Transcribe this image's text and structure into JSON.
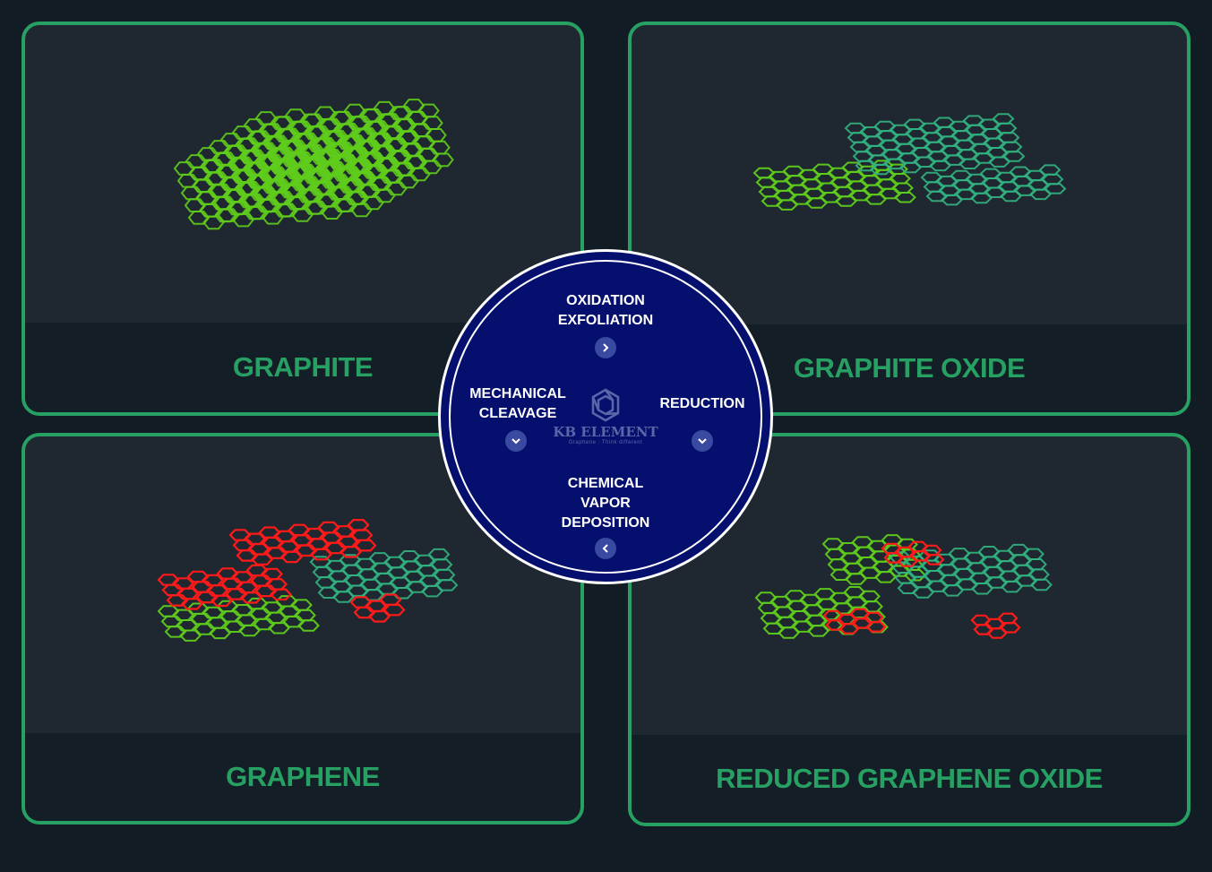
{
  "cards": {
    "graphite": {
      "label": "GRAPHITE"
    },
    "graphite_oxide": {
      "label": "GRAPHITE OXIDE"
    },
    "graphene": {
      "label": "GRAPHENE"
    },
    "reduced_graphene_oxide": {
      "label": "REDUCED GRAPHENE OXIDE"
    }
  },
  "hub": {
    "steps": {
      "top": "OXIDATION\nEXFOLIATION",
      "left": "MECHANICAL\nCLEAVAGE",
      "right": "REDUCTION",
      "bottom": "CHEMICAL\nVAPOR\nDEPOSITION"
    },
    "logo_name": "KB ELEMENT",
    "logo_tagline": "Graphene : Think different"
  },
  "colors": {
    "background": "#121c24",
    "card": "#1f2830",
    "card_band": "#141e26",
    "accent": "#27a063",
    "lattice_green": "#5fcc1c",
    "lattice_teal": "#32b482",
    "lattice_red": "#ff1a1a",
    "hub": "#05106e"
  },
  "icons": {
    "top": "chevron-right-icon",
    "left": "chevron-down-icon",
    "right": "chevron-down-icon",
    "bottom": "chevron-left-icon",
    "logo": "hexagon-logo-icon"
  }
}
